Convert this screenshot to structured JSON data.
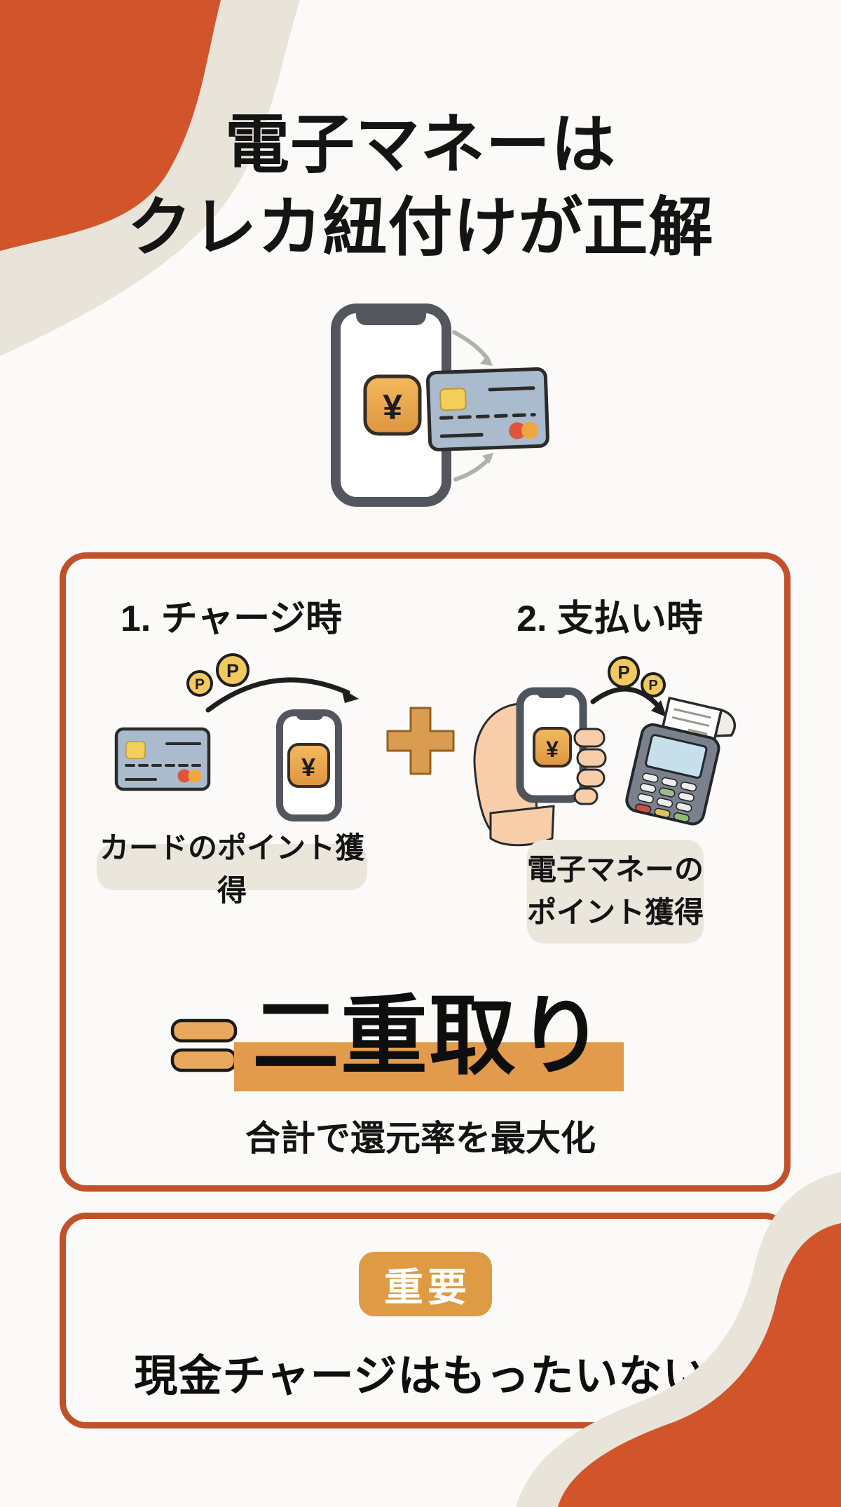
{
  "colors": {
    "accent": "#D2542B",
    "border": "#C0512A",
    "cream": "#E9E4DA",
    "highlight": "#E29A4D",
    "badge": "#DE9B43",
    "pill": "#EBE6DC",
    "bg": "#FBFAF8",
    "ink": "#141414",
    "card_blue": "#A9BBCD",
    "coin_gold": "#F2C95F",
    "phone_gray": "#53575D",
    "terminal_gray": "#7A808C"
  },
  "title": {
    "line1": "電子マネーは",
    "line2": "クレカ紐付けが正解"
  },
  "steps": {
    "step1": {
      "label": "1. チャージ時",
      "caption": "カードのポイント獲得"
    },
    "step2": {
      "label": "2. 支払い時",
      "caption_line1": "電子マネーの",
      "caption_line2": "ポイント獲得"
    }
  },
  "result": {
    "equals_text": "二重取り",
    "subtitle": "合計で還元率を最大化"
  },
  "important": {
    "badge": "重要",
    "message": "現金チャージはもったいない"
  },
  "icons": {
    "yen_symbol": "¥",
    "point_symbol": "P"
  }
}
